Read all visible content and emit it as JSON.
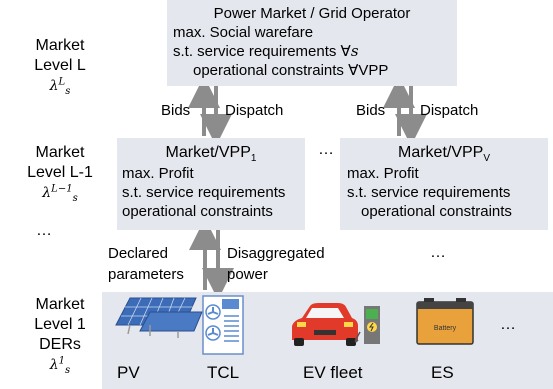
{
  "left_labels": {
    "L": {
      "line1": "Market",
      "line2": "Level L",
      "lambda_sup": "L"
    },
    "Lm1": {
      "line1": "Market",
      "line2": "Level L-1",
      "lambda_sup": "L−1"
    },
    "mid_ellipsis": "…",
    "one": {
      "line1": "Market",
      "line2": "Level 1",
      "line3": "DERs",
      "lambda_sup": "1"
    },
    "lambda_symbol": "λ",
    "lambda_sub": "s"
  },
  "top_box": {
    "title": "Power Market / Grid Operator",
    "line1": "max. Social warefare",
    "line2_prefix": "s.t. service requirements ∀",
    "line2_var": "s",
    "line3": "operational constraints ∀VPP"
  },
  "vpp1": {
    "title": "Market/VPP",
    "title_sub": "1",
    "line1": "max. Profit",
    "line2": "s.t. service requirements",
    "line3": "operational constraints"
  },
  "vppv": {
    "title": "Market/VPP",
    "title_sub": "V",
    "line1": "max. Profit",
    "line2": "s.t. service requirements",
    "line3": "operational constraints"
  },
  "between_vpp_ellipsis": "…",
  "right_ellipsis": "…",
  "arrows": {
    "bids_left": "Bids",
    "dispatch_left": "Dispatch",
    "bids_right": "Bids",
    "dispatch_right": "Dispatch",
    "declared_line1": "Declared",
    "declared_line2": "parameters",
    "disagg_line1": "Disaggregated",
    "disagg_line2": "power"
  },
  "ders": {
    "labels": [
      "PV",
      "TCL",
      "EV fleet",
      "ES"
    ],
    "battery_text": "Battery",
    "more": "…"
  },
  "colors": {
    "box_fill": "#e4e7ee",
    "arrow": "#8c8c8c",
    "car": "#e23a2a",
    "battery": "#e9a23b",
    "solar": "#3c6bb8",
    "charger": "#4caf50"
  }
}
